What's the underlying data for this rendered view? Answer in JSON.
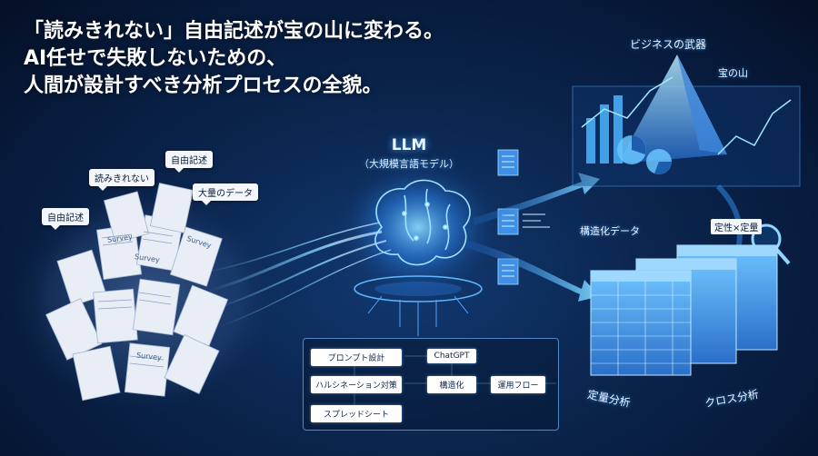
{
  "headline": {
    "line1": "「読みきれない」自由記述が宝の山に変わる。",
    "line2": "AI任せで失敗しないための、",
    "line3": "人間が設計すべき分析プロセスの全貌。"
  },
  "left": {
    "tags": [
      "自由記述",
      "読みきれない",
      "自由記述",
      "大量のデータ"
    ],
    "paper_labels": [
      "Survey",
      "Survey",
      "Survey",
      "Survey"
    ]
  },
  "center": {
    "title": "LLM",
    "subtitle": "（大規模言語モデル）"
  },
  "flow": {
    "items": [
      "プロンプト設計",
      "ハルシネーション対策",
      "スプレッドシート",
      "ChatGPT",
      "構造化",
      "運用フロー"
    ]
  },
  "right": {
    "weapon_label": "ビジネスの武器",
    "treasure_label": "宝の山",
    "structured_label": "構造化データ",
    "quant_qual_label": "定性×定量",
    "quant_label": "定量分析",
    "cross_label": "クロス分析"
  },
  "colors": {
    "accent": "#3fa8ff",
    "glow": "#7fd0ff",
    "bg": "#0b2650"
  }
}
